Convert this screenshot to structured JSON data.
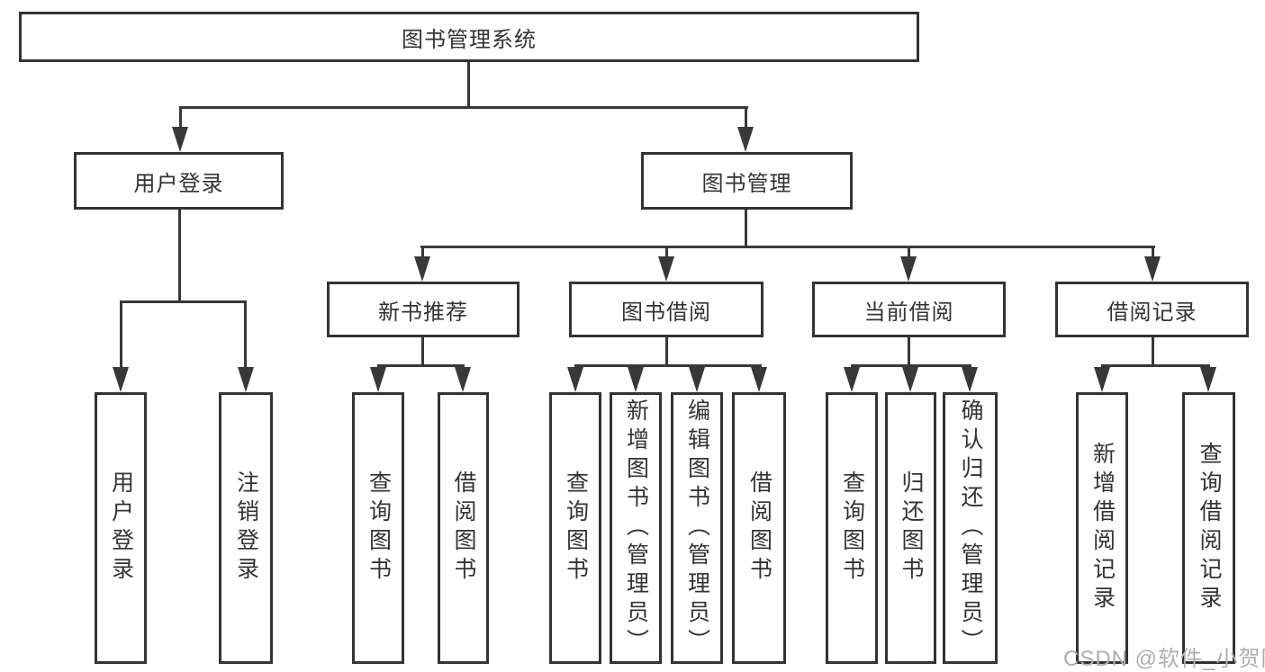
{
  "diagram_title": "图书管理系统",
  "nodes": {
    "root": "图书管理系统",
    "user_login": "用户登录",
    "book_management": "图书管理",
    "new_book_recommend": "新书推荐",
    "book_borrow": "图书借阅",
    "current_borrow": "当前借阅",
    "borrow_records": "借阅记录",
    "leaf_user_login": "用户登录",
    "leaf_logout": "注销登录",
    "leaf_query_book_recommend": "查询图书",
    "leaf_borrow_book_recommend": "借阅图书",
    "leaf_query_book_borrow": "查询图书",
    "leaf_add_book_admin": "新增图书（管理员）",
    "leaf_edit_book_admin": "编辑图书（管理员）",
    "leaf_borrow_book_borrow": "借阅图书",
    "leaf_query_book_current": "查询图书",
    "leaf_return_book": "归还图书",
    "leaf_confirm_return_admin": "确认归还（管理员）",
    "leaf_add_borrow_record": "新增借阅记录",
    "leaf_query_borrow_record": "查询借阅记录"
  },
  "watermark": "CSDN @软件_小贺同学",
  "colors": {
    "line": "#383838",
    "box_border": "#333333",
    "text": "#333333",
    "watermark": "#aeaeae",
    "background": "#ffffff"
  }
}
